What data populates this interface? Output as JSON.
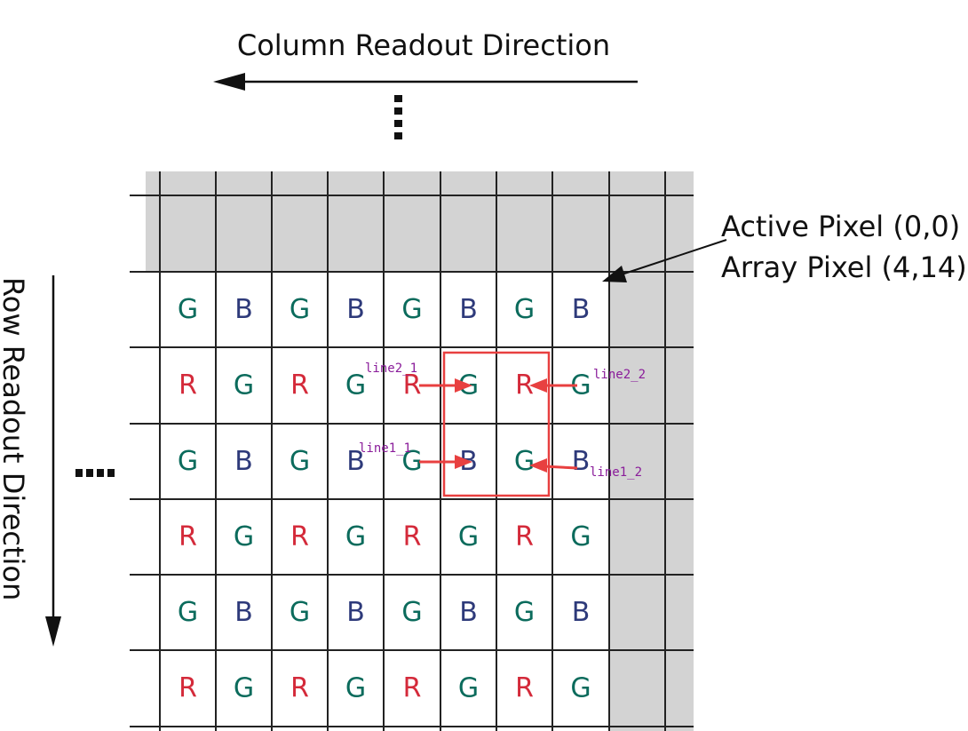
{
  "titles": {
    "column_direction": "Column Readout Direction",
    "row_direction": "Row Readout Direction"
  },
  "active_pixel": {
    "line1": "Active Pixel (0,0)",
    "line2": "Array Pixel (4,14)"
  },
  "ellipsis_left": "....",
  "grid": {
    "rows": [
      [
        "G",
        "B",
        "G",
        "B",
        "G",
        "B",
        "G",
        "B"
      ],
      [
        "R",
        "G",
        "R",
        "G",
        "R",
        "G",
        "R",
        "G"
      ],
      [
        "G",
        "B",
        "G",
        "B",
        "G",
        "B",
        "G",
        "B"
      ],
      [
        "R",
        "G",
        "R",
        "G",
        "R",
        "G",
        "R",
        "G"
      ],
      [
        "G",
        "B",
        "G",
        "B",
        "G",
        "B",
        "G",
        "B"
      ],
      [
        "R",
        "G",
        "R",
        "G",
        "R",
        "G",
        "R",
        "G"
      ]
    ]
  },
  "line_labels": {
    "line2_1": "line2_1",
    "line2_2": "line2_2",
    "line1_1": "line1_1",
    "line1_2": "line1_2"
  },
  "colors": {
    "R": "#d42a3a",
    "G": "#0b6b5c",
    "B": "#2e3a7a",
    "inactive_fill": "#d3d3d3",
    "highlight": "#e84040",
    "grid_line": "#222222"
  }
}
